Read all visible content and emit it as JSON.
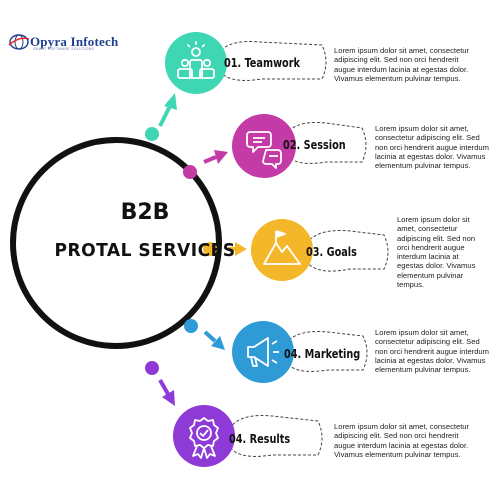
{
  "logo": {
    "name": "Opyra Infotech",
    "tagline": "SMART SOFTWARE SOLUTIONS"
  },
  "center": {
    "line1": "B2B",
    "line2": "PROTAL SERVICES"
  },
  "steps": [
    {
      "number": "01.",
      "title": "Teamwork",
      "color": "#3fd6b3",
      "icon": "team-icon",
      "text": "Lorem ipsum dolor sit amet, consectetur\nadipiscing elit. Sed non orci hendrerit\naugue interdum lacinia at egestas dolor.\nVivamus elementum pulvinar tempus."
    },
    {
      "number": "02.",
      "title": "Session",
      "color": "#c43aa6",
      "icon": "chat-icon",
      "text": "Lorem ipsum dolor sit amet,\nconsectetur adipiscing elit. Sed\nnon orci hendrerit augue interdum\nlacinia at egestas dolor. Vivamus\nelementum pulvinar tempus."
    },
    {
      "number": "03.",
      "title": "Goals",
      "color": "#f5b72a",
      "icon": "mountain-flag-icon",
      "text": "Lorem ipsum dolor sit\namet, consectetur\nadipiscing elit. Sed non\norci hendrerit augue\ninterdum lacinia at\negestas dolor. Vivamus\nelementum pulvinar\ntempus."
    },
    {
      "number": "04.",
      "title": "Marketing",
      "color": "#2e9bd6",
      "icon": "megaphone-icon",
      "text": "Lorem ipsum dolor sit amet,\nconsectetur adipiscing elit. Sed\nnon orci hendrerit augue interdum\nlacinia at egestas dolor. Vivamus\nelementum pulvinar tempus."
    },
    {
      "number": "04.",
      "title": "Results",
      "color": "#8e3ad6",
      "icon": "award-badge-icon",
      "text": "Lorem ipsum dolor sit amet, consectetur\nadipiscing elit. Sed non orci hendrerit\naugue interdum lacinia at egestas dolor.\nVivamus elementum pulvinar tempus."
    }
  ]
}
